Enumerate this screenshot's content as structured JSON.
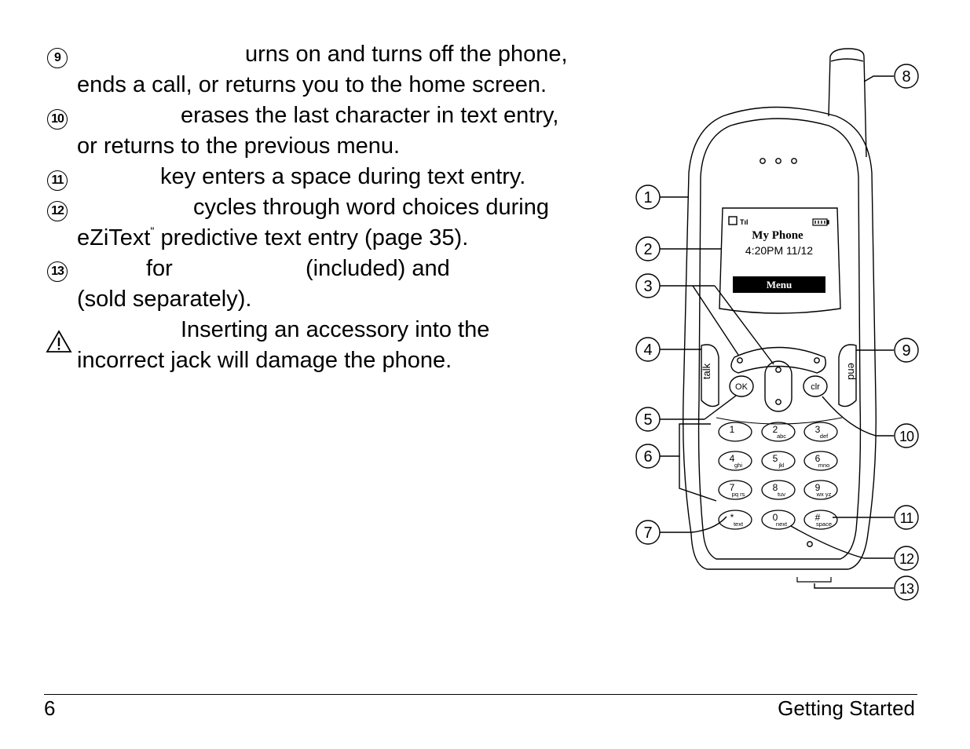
{
  "items": [
    {
      "num": "9",
      "lines": [
        "urns on and turns off the phone,",
        "ends a call, or returns you to the home screen."
      ]
    },
    {
      "num": "10",
      "lines": [
        "erases the last character in text entry,",
        "or returns to the previous menu."
      ]
    },
    {
      "num": "11",
      "lines": [
        "key enters a space during text entry."
      ]
    },
    {
      "num": "12",
      "lines": [
        "cycles through word choices during",
        "eZiText",
        "predictive text entry (page 35)."
      ]
    },
    {
      "num": "13",
      "lines": [
        "for",
        "(included) and",
        "(sold separately)."
      ]
    }
  ],
  "trademark_mark": "“",
  "warning": {
    "icon": "warning-triangle-icon",
    "lines": [
      "Inserting an accessory into the",
      "incorrect jack will damage the phone."
    ]
  },
  "phone": {
    "signal_text": "Tıl",
    "screen_title": "My Phone",
    "screen_time": "4:20PM  11/12",
    "softkey": "Menu",
    "side_left": "talk",
    "side_right": "end",
    "ok_label": "OK",
    "clr_label": "clr",
    "keys": [
      {
        "digit": "1",
        "letters": ""
      },
      {
        "digit": "2",
        "letters": "abc"
      },
      {
        "digit": "3",
        "letters": "def"
      },
      {
        "digit": "4",
        "letters": "ghi"
      },
      {
        "digit": "5",
        "letters": "jkl"
      },
      {
        "digit": "6",
        "letters": "mno"
      },
      {
        "digit": "7",
        "letters": "pq rs"
      },
      {
        "digit": "8",
        "letters": "tuv"
      },
      {
        "digit": "9",
        "letters": "wx yz"
      },
      {
        "digit": "*",
        "letters": "text"
      },
      {
        "digit": "0",
        "letters": "next"
      },
      {
        "digit": "#",
        "letters": "space"
      }
    ],
    "callouts": [
      "1",
      "2",
      "3",
      "4",
      "5",
      "6",
      "7",
      "8",
      "9",
      "10",
      "11",
      "12",
      "13"
    ]
  },
  "footer": {
    "page_number": "6",
    "section": "Getting Started"
  }
}
